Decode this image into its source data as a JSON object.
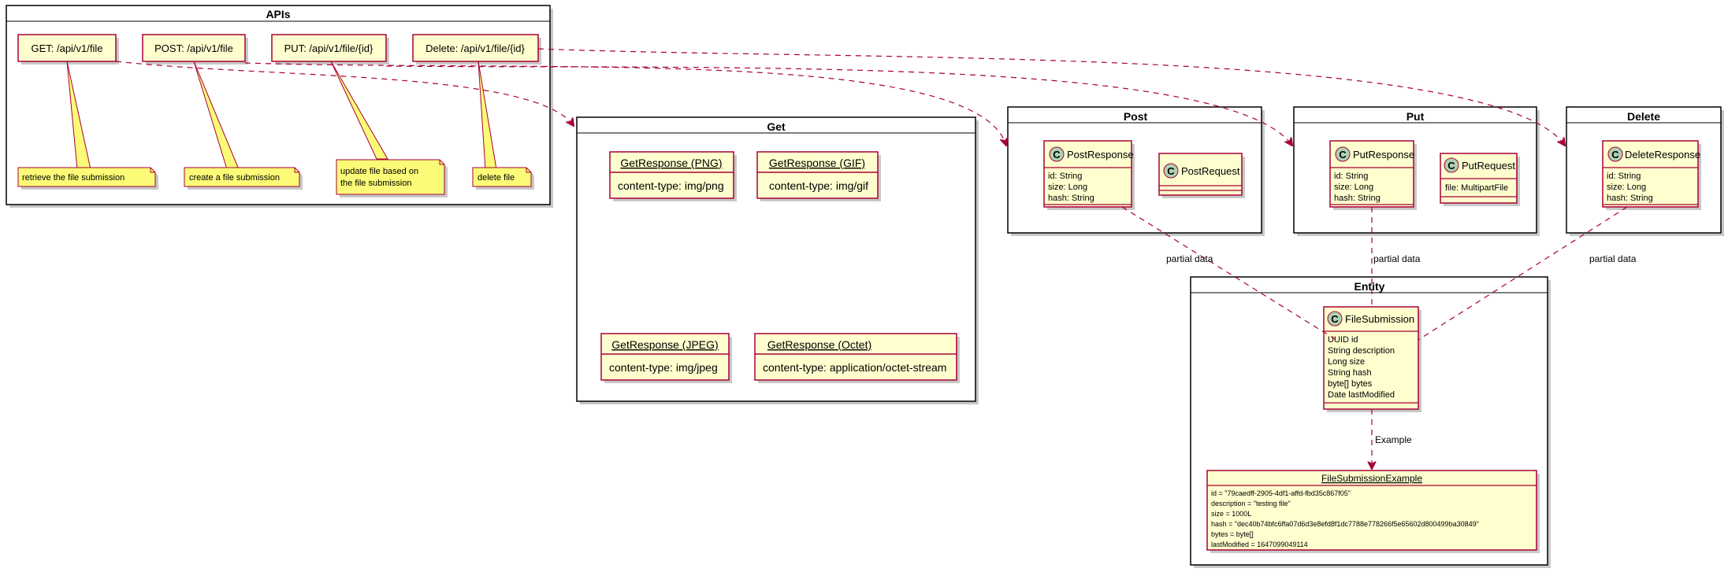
{
  "packages": {
    "apis": "APIs",
    "get": "Get",
    "post": "Post",
    "put": "Put",
    "delete": "Delete",
    "entity": "Entity"
  },
  "apis": {
    "get": "GET: /api/v1/file",
    "post": "POST: /api/v1/file",
    "put": "PUT: /api/v1/file/{id}",
    "delete": "Delete: /api/v1/file/{id}"
  },
  "notes": {
    "get": "retrieve the file submission",
    "post": "create a file submission",
    "put_line1": "update file based on",
    "put_line2": "the file submission",
    "delete": "delete file"
  },
  "get_objects": [
    {
      "title": "GetResponse (PNG)",
      "field": "content-type: img/png"
    },
    {
      "title": "GetResponse (GIF)",
      "field": "content-type: img/gif"
    },
    {
      "title": "GetResponse (JPEG)",
      "field": "content-type: img/jpeg"
    },
    {
      "title": "GetResponse (Octet)",
      "field": "content-type: application/octet-stream"
    }
  ],
  "classes": {
    "post_response": {
      "name": "PostResponse",
      "fields": [
        "id: String",
        "size: Long",
        "hash: String"
      ]
    },
    "post_request": {
      "name": "PostRequest",
      "fields": []
    },
    "put_response": {
      "name": "PutResponse",
      "fields": [
        "id: String",
        "size: Long",
        "hash: String"
      ]
    },
    "put_request": {
      "name": "PutRequest",
      "fields": [
        "file: MultipartFile"
      ]
    },
    "delete_response": {
      "name": "DeleteResponse",
      "fields": [
        "id: String",
        "size: Long",
        "hash: String"
      ]
    },
    "file_submission": {
      "name": "FileSubmission",
      "fields": [
        "UUID id",
        "String description",
        "Long size",
        "String hash",
        "byte[] bytes",
        "Date lastModified"
      ]
    }
  },
  "class_icon_letter": "C",
  "example": {
    "title": "FileSubmissionExample",
    "fields": [
      "id = \"79caedff-2905-4df1-affd-fbd35c867f05\"",
      "description = \"testing file\"",
      "size = 1000L",
      "hash = \"dec40b74bfc6ffa07d6d3e8efd8f1dc7788e778266f5e65602d800499ba30849\"",
      "bytes = byte[]",
      "lastModified = 1647099049114"
    ]
  },
  "relations": {
    "partial_data": "partial data",
    "example": "Example"
  },
  "colors": {
    "box_fill": "#FEFECE",
    "border": "#A80036",
    "note_fill": "#FBFB77",
    "class_icon": "#ADD1B2"
  }
}
